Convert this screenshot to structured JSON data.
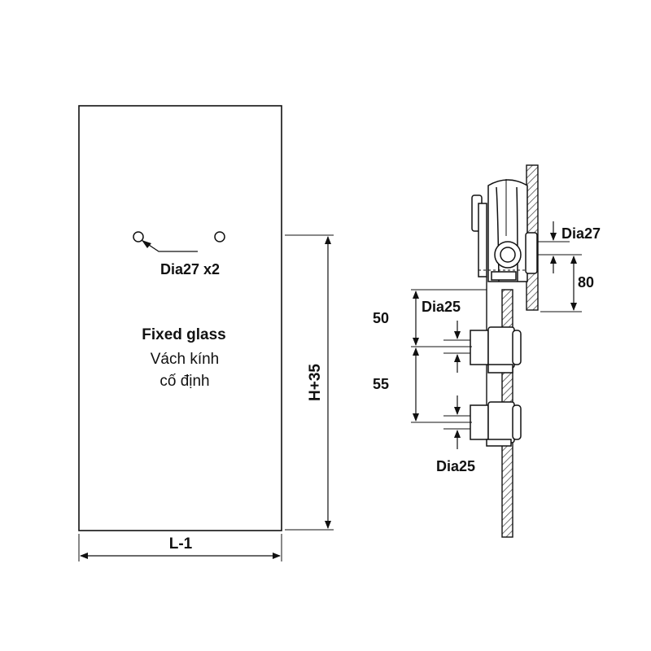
{
  "panel": {
    "hole_label": "Dia27 x2",
    "title": "Fixed glass",
    "subtitle_line1": "Vách kính",
    "subtitle_line2": "cố định",
    "height_label": "H+35",
    "width_label": "L-1"
  },
  "section": {
    "dia_top": "Dia27",
    "dim_80": "80",
    "dim_50": "50",
    "dia_mid": "Dia25",
    "dim_55": "55",
    "dia_bottom": "Dia25"
  }
}
